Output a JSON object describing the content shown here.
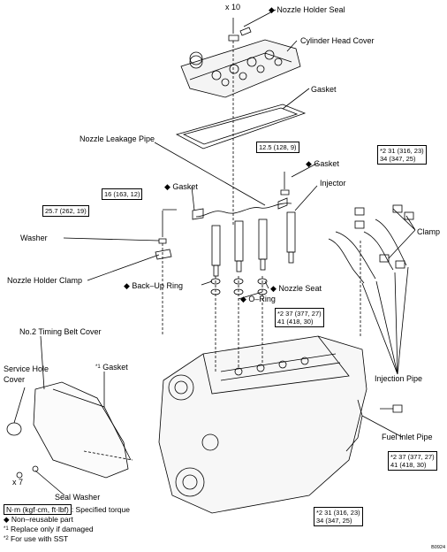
{
  "labels": {
    "nozzle_holder_seal": "Nozzle Holder Seal",
    "x10": "x 10",
    "cylinder_head_cover": "Cylinder Head Cover",
    "gasket_cover": "Gasket",
    "nozzle_leakage_pipe": "Nozzle Leakage Pipe",
    "gasket_right": "Gasket",
    "injector": "Injector",
    "gasket_left": "Gasket",
    "washer": "Washer",
    "nozzle_holder_clamp": "Nozzle Holder Clamp",
    "back_up_ring": "Back–Up Ring",
    "nozzle_seat": "Nozzle Seat",
    "o_ring": "O–Ring",
    "clamp": "Clamp",
    "no2_timing_belt_cover": "No.2 Timing Belt Cover",
    "service_hole_cover_1": "Service Hole",
    "service_hole_cover_2": "Cover",
    "gasket_cover2": "Gasket",
    "gasket_cover2_mark": "*1",
    "injection_pipe": "Injection Pipe",
    "fuel_inlet_pipe": "Fuel Inlet Pipe",
    "x7": "x 7",
    "seal_washer": "Seal Washer"
  },
  "torques": {
    "t_12_5": "12.5 (128, 9)",
    "t_16": "16 (163, 12)",
    "t_25_7": "25.7 (262, 19)",
    "t_31_a1": "*2 31 (316, 23)",
    "t_34_a2": "34 (347, 25)",
    "t_37_b1": "*2 37 (377, 27)",
    "t_41_b2": "41 (418, 30)",
    "t_37_c1": "*2 37 (377, 27)",
    "t_41_c2": "41 (418, 30)",
    "t_31_d1": "*2 31 (316, 23)",
    "t_34_d2": "34 (347, 25)"
  },
  "legend": {
    "torque_unit": "N·m (kgf·cm, ft·lbf)",
    "torque_desc": ": Specified torque",
    "non_reusable": "◆ Non–reusable part",
    "replace_mark": "*1",
    "replace_text": " Replace only if damaged",
    "sst_mark": "*2",
    "sst_text": " For use with SST"
  },
  "figure_code": "B0924",
  "colors": {
    "line": "#000000",
    "background": "#ffffff"
  }
}
